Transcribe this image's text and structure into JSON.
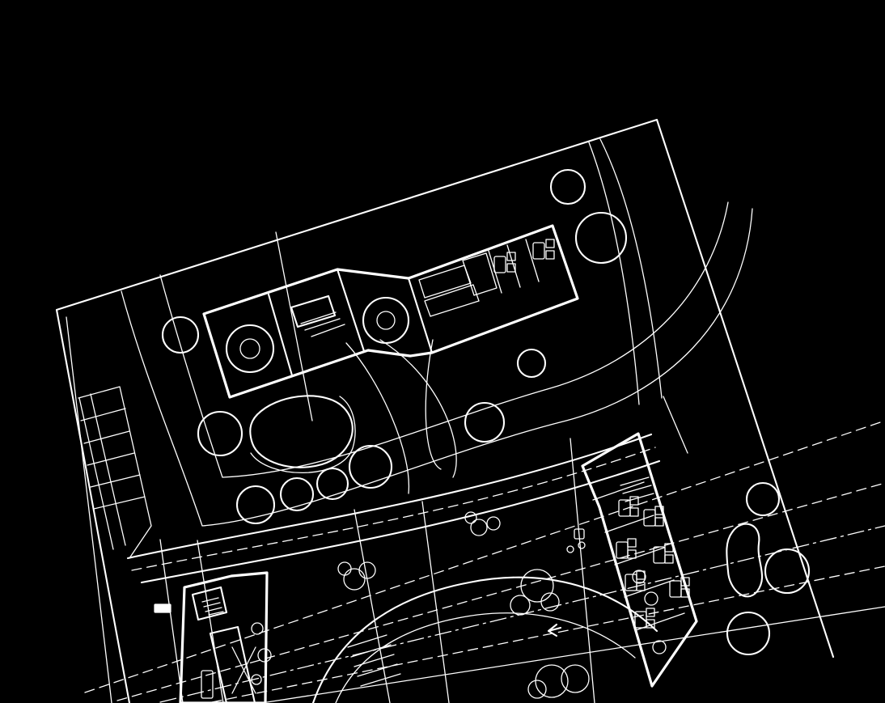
{
  "drawing": {
    "background_color": "#000000",
    "line_color": "#ffffff",
    "trees": {
      "large_round_canopies": 13,
      "small_shrub_clusters": 6
    },
    "furniture": {
      "table_groups": 11
    }
  }
}
